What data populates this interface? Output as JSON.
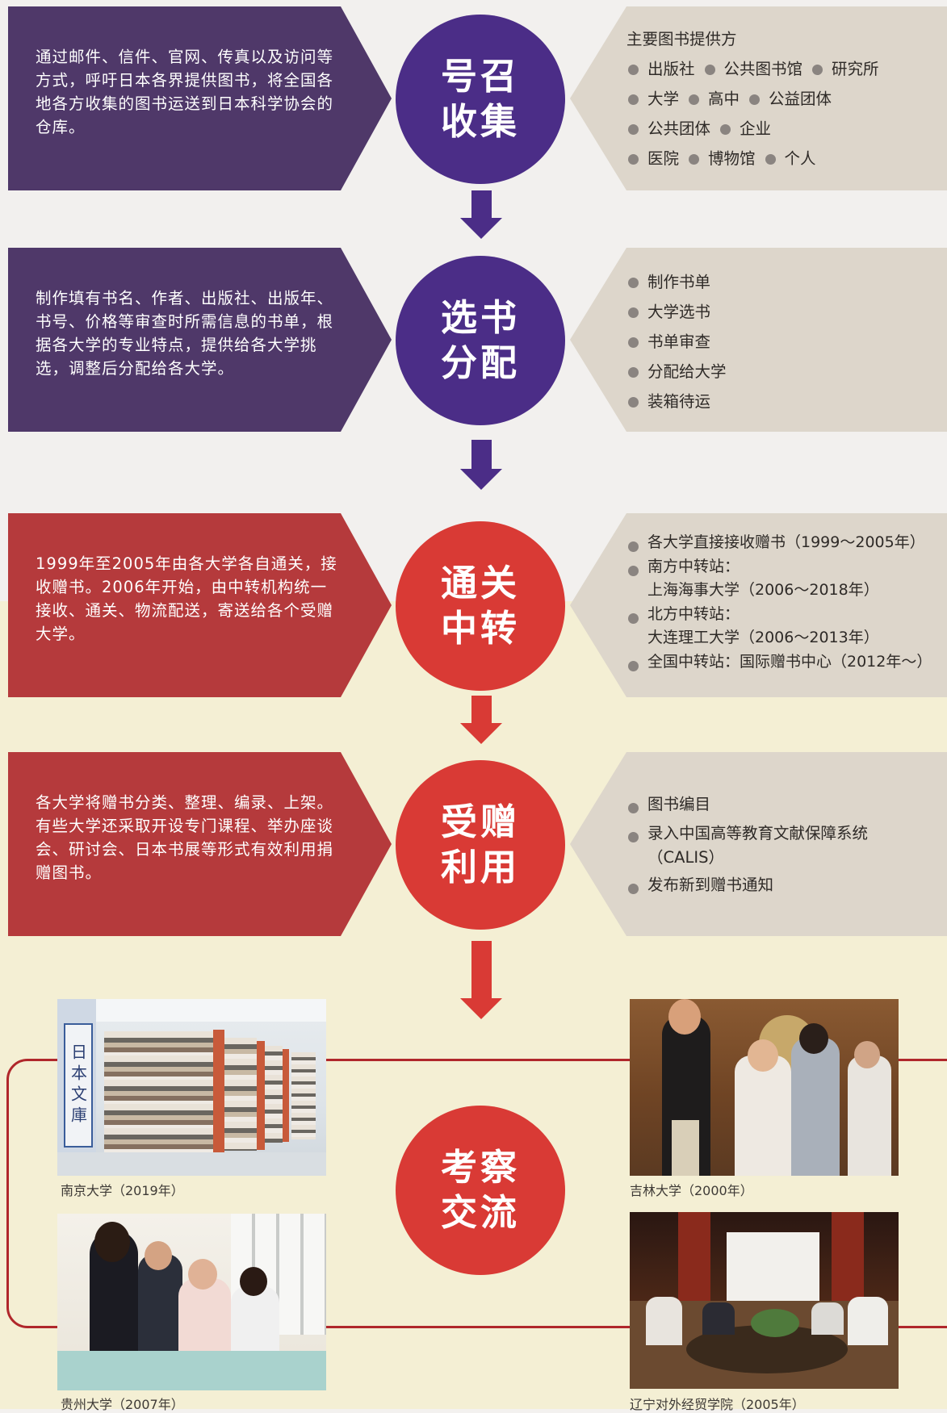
{
  "steps": [
    {
      "title_line1": "号召",
      "title_line2": "收集",
      "description": "通过邮件、信件、官网、传真以及访问等方式，呼吁日本各界提供图书，将全国各地各方收集的图书运送到日本科学协会的仓库。",
      "list_heading": "主要图书提供方",
      "provider_rows": [
        [
          "出版社",
          "公共图书馆",
          "研究所"
        ],
        [
          "大学",
          "高中",
          "公益团体"
        ],
        [
          "公共团体",
          "企业"
        ],
        [
          "医院",
          "博物馆",
          "个人"
        ]
      ]
    },
    {
      "title_line1": "选书",
      "title_line2": "分配",
      "description": "制作填有书名、作者、出版社、出版年、书号、价格等审查时所需信息的书单，根据各大学的专业特点，提供给各大学挑选，调整后分配给各大学。",
      "items": [
        "制作书单",
        "大学选书",
        "书单审查",
        "分配给大学",
        "装箱待运"
      ]
    },
    {
      "title_line1": "通关",
      "title_line2": "中转",
      "description": "1999年至2005年由各大学各自通关，接收赠书。2006年开始，由中转机构统一接收、通关、物流配送，寄送给各个受赠大学。",
      "items": [
        {
          "label": "各大学直接接收赠书（1999～2005年）"
        },
        {
          "label": "南方中转站：",
          "detail": "上海海事大学（2006～2018年）"
        },
        {
          "label": "北方中转站：",
          "detail": "大连理工大学（2006～2013年）"
        },
        {
          "label": "全国中转站：国际赠书中心（2012年～）"
        }
      ]
    },
    {
      "title_line1": "受赠",
      "title_line2": "利用",
      "description": "各大学将赠书分类、整理、编录、上架。有些大学还采取开设专门课程、举办座谈会、研讨会、日本书展等形式有效利用捐赠图书。",
      "items": [
        {
          "label": "图书编目"
        },
        {
          "label": "录入中国高等教育文献保障系统",
          "detail": "（CALIS）"
        },
        {
          "label": "发布新到赠书通知"
        }
      ]
    }
  ],
  "final_step": {
    "title_line1": "考察",
    "title_line2": "交流"
  },
  "photos": [
    {
      "caption": "南京大学（2019年）",
      "sign_text": "日本文庫"
    },
    {
      "caption": "吉林大学（2000年）"
    },
    {
      "caption": "贵州大学（2007年）"
    },
    {
      "caption": "辽宁对外经贸学院（2005年）"
    }
  ],
  "colors": {
    "purple_banner": "#4f3869",
    "purple_circle": "#4b2d87",
    "red_banner": "#b53a3c",
    "red_circle": "#d93a35",
    "panel": "#ddd6cb",
    "cream_background": "#f4efd4"
  }
}
